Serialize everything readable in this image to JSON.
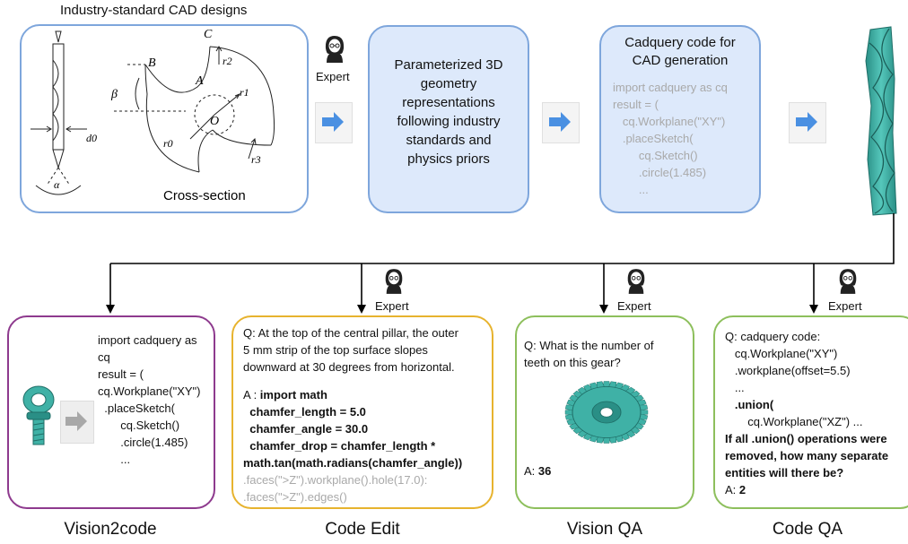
{
  "top": {
    "title": "Industry-standard CAD designs",
    "cross_section_label": "Cross-section",
    "diagram_labels": {
      "C": "C",
      "r2": "r2",
      "B": "B",
      "A": "A",
      "beta": "β",
      "r1": "r1",
      "O": "O",
      "r0": "r0",
      "r3": "r3",
      "d0": "d0",
      "alpha": "α"
    },
    "expert_label": "Expert",
    "param_box": [
      "Parameterized 3D",
      "geometry",
      "representations",
      "following industry",
      "standards and",
      "physics priors"
    ],
    "code_box": {
      "title": [
        "Cadquery code for",
        "CAD generation"
      ],
      "lines": [
        "import cadquery as cq",
        "",
        "result = (",
        "   cq.Workplane(\"XY\")",
        "   .placeSketch(",
        "        cq.Sketch()",
        "        .circle(1.485)",
        "        ..."
      ]
    }
  },
  "panels": {
    "vision2code": {
      "caption": "Vision2code",
      "lines": [
        "import cadquery as",
        "cq",
        "",
        "result = (",
        "",
        "cq.Workplane(\"XY\")",
        "  .placeSketch(",
        "       cq.Sketch()",
        "       .circle(1.485)",
        "       ..."
      ]
    },
    "code_edit": {
      "caption": "Code Edit",
      "expert": "Expert",
      "question": [
        "Q: At the top of the central pillar, the outer",
        "5 mm strip of the top surface slopes",
        "downward at 30 degrees from horizontal."
      ],
      "answer_prefix": "A : ",
      "answer_bold": [
        "import math",
        "  chamfer_length = 5.0",
        "  chamfer_angle = 30.0",
        "  chamfer_drop = chamfer_length *",
        "math.tan(math.radians(chamfer_angle))"
      ],
      "answer_gray": [
        ".faces(\">Z\").workplane().hole(17.0):",
        ".faces(\">Z\").edges()"
      ]
    },
    "vision_qa": {
      "caption": "Vision QA",
      "expert": "Expert",
      "question": [
        "Q: What is the number of",
        "teeth on this gear?"
      ],
      "answer_prefix": "A: ",
      "answer": "36"
    },
    "code_qa": {
      "caption": "Code QA",
      "expert": "Expert",
      "lines": [
        "Q: cadquery code:",
        "   cq.Workplane(\"XY\")",
        "   .workplane(offset=5.5)",
        "   ...",
        "   .union("
      ],
      "line_last": "       cq.Workplane(\"XZ\") ...",
      "bold": [
        "If all .union() operations were",
        "removed, how many separate",
        "entities will there be?"
      ],
      "answer_prefix": "A: ",
      "answer": "2"
    }
  },
  "colors": {
    "blue_border": "#7ea6dc",
    "blue_fill": "#dde9fb",
    "purple": "#8e3a8e",
    "yellow": "#e7b32e",
    "green": "#8dbf5c",
    "teal": "#3fb1a6"
  }
}
